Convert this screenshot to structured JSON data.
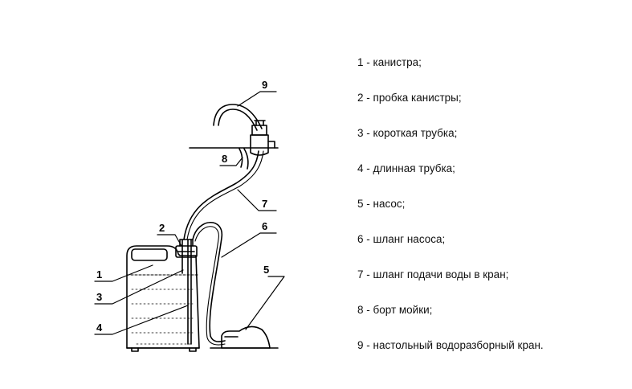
{
  "callouts": [
    "1",
    "2",
    "3",
    "4",
    "5",
    "6",
    "7",
    "8",
    "9"
  ],
  "legend": [
    "1 - канистра;",
    "2 - пробка канистры;",
    "3 - короткая трубка;",
    "4 - длинная трубка;",
    "5 - насос;",
    "6 - шланг насоса;",
    "7 - шланг подачи воды в кран;",
    "8 - борт мойки;",
    "9 - настольный водоразборный кран."
  ]
}
